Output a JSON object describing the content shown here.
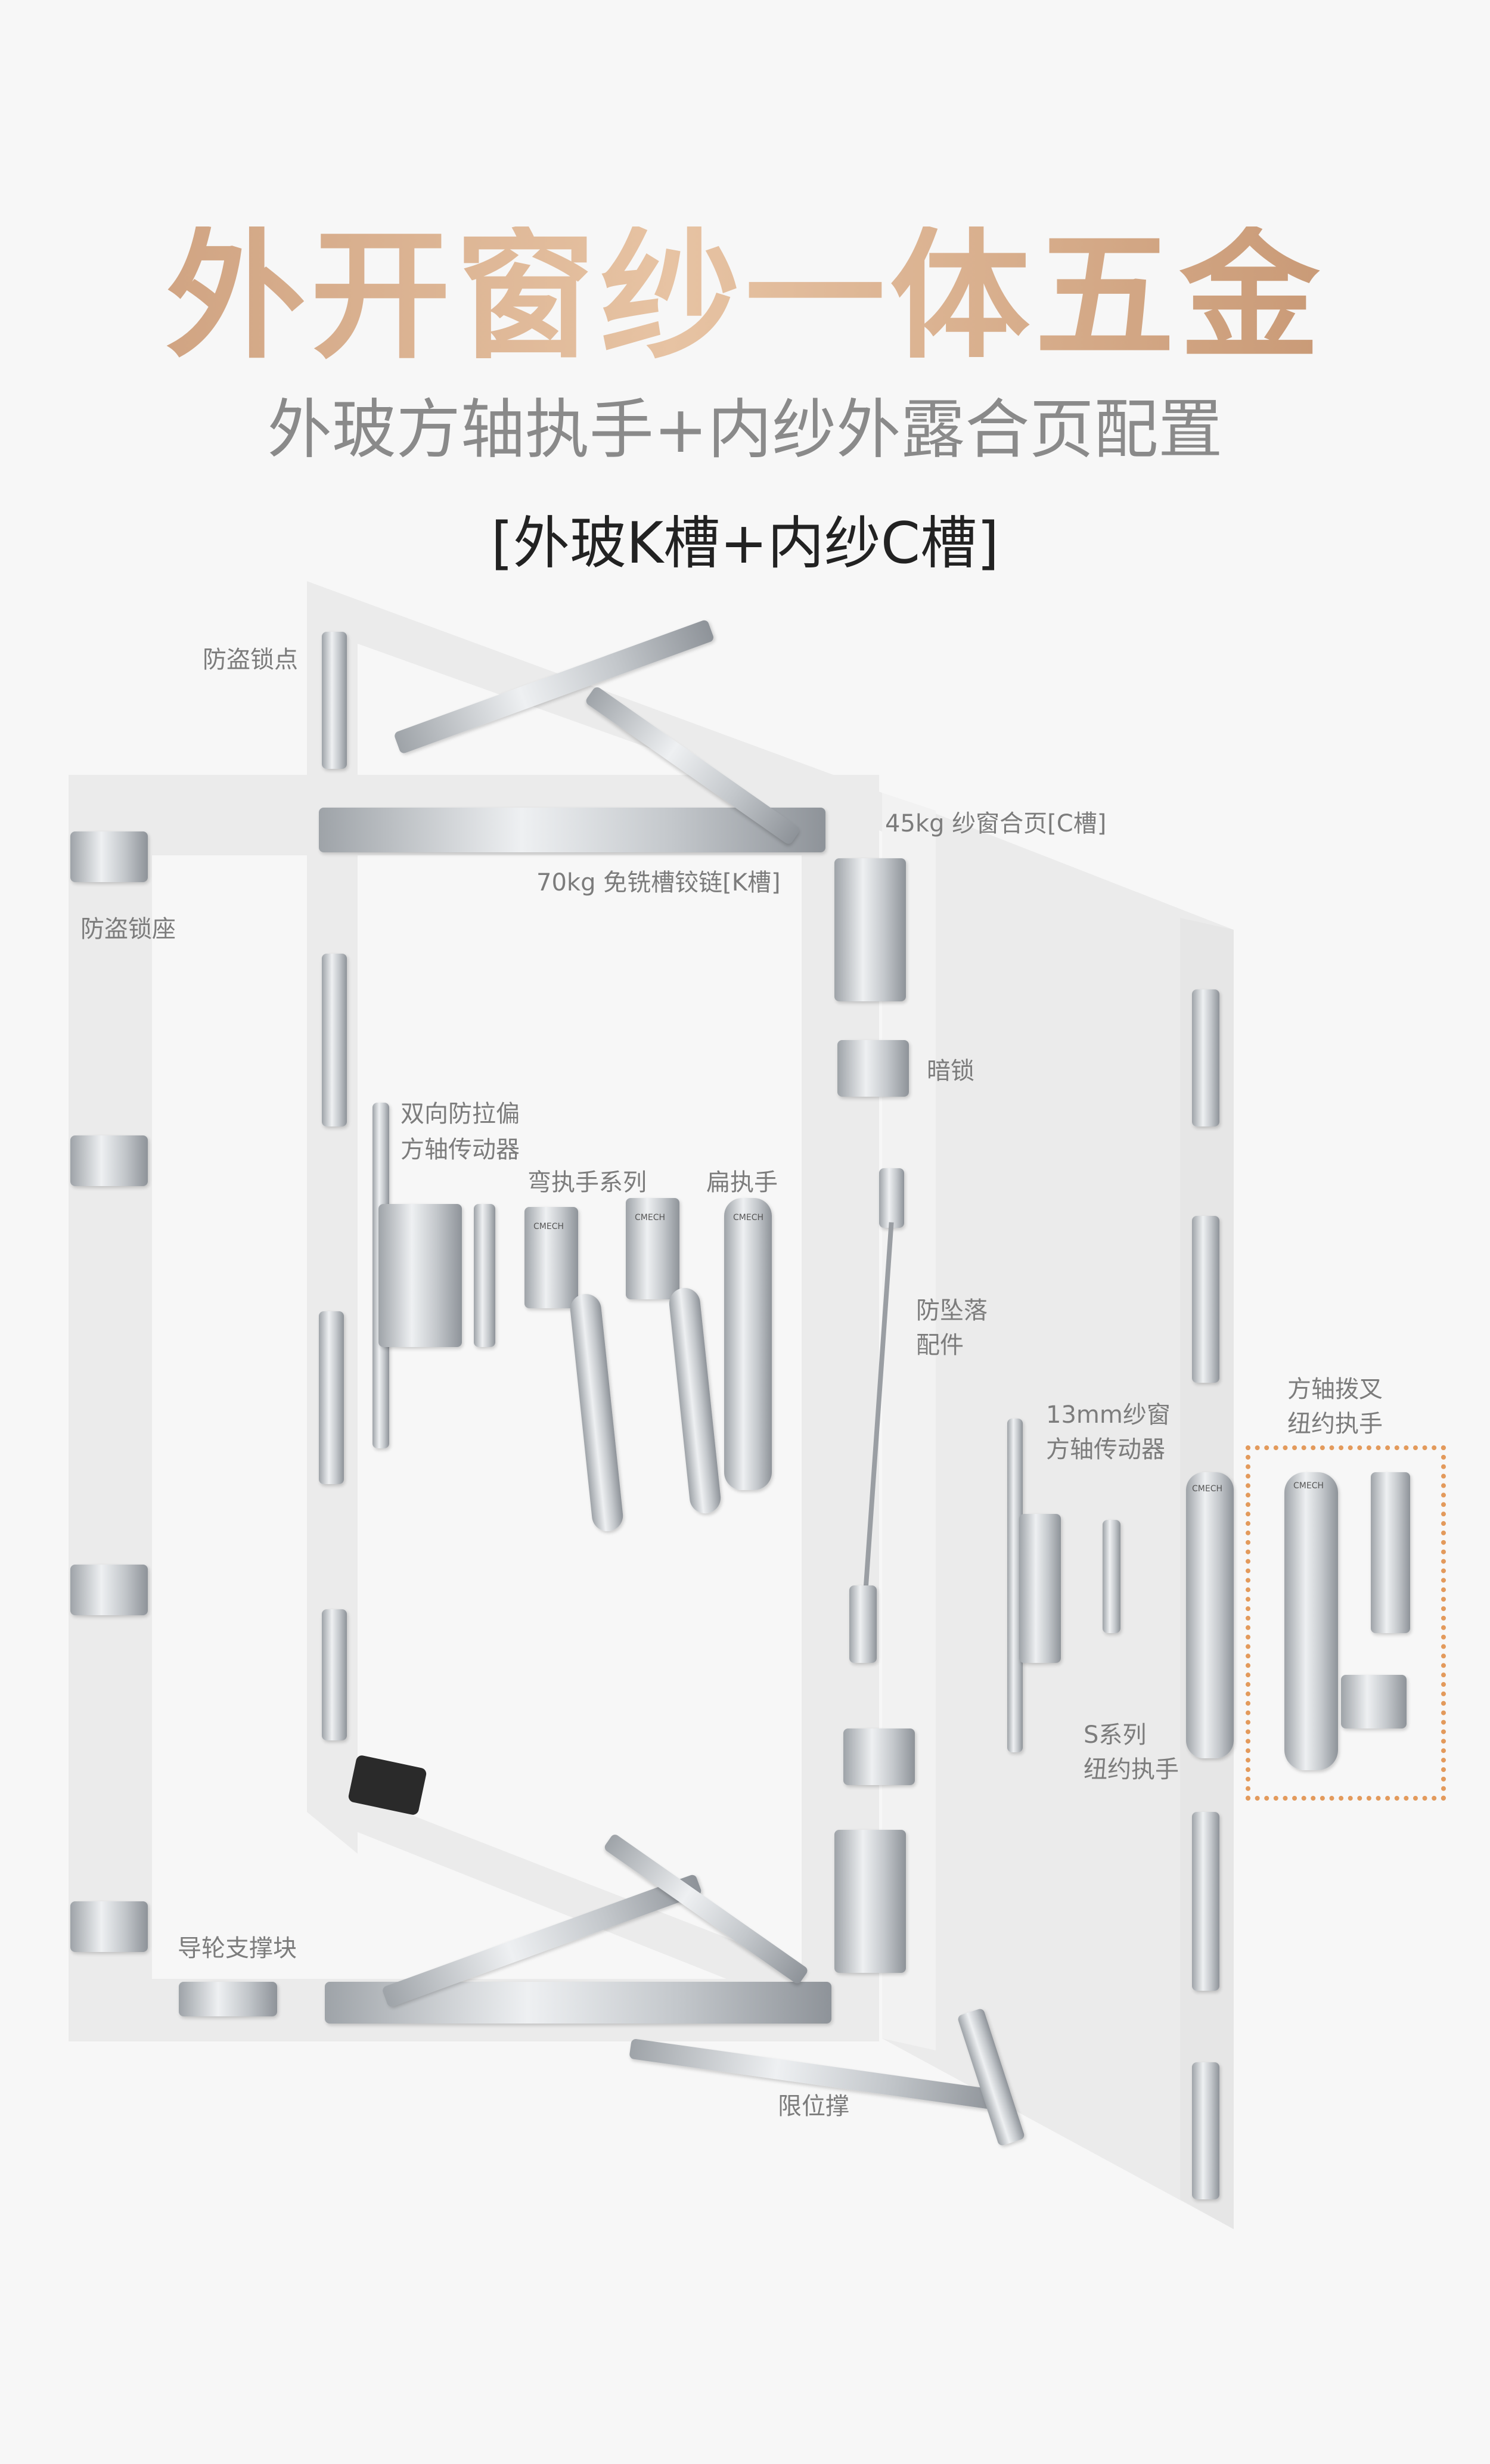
{
  "header": {
    "title": "外开窗纱一体五金",
    "subtitle": "外玻方轴执手+内纱外露合页配置",
    "spec": "[外玻K槽+内纱C槽]"
  },
  "labels": {
    "anti_theft_point": "防盗锁点",
    "anti_theft_seat": "防盗锁座",
    "hinge_70kg": "70kg 免铣槽铰链[K槽]",
    "screen_hinge_45kg": "45kg 纱窗合页[C槽]",
    "hidden_lock": "暗锁",
    "gear_line1": "双向防拉偏",
    "gear_line2": "方轴传动器",
    "curved_handle": "弯执手系列",
    "flat_handle": "扁执手",
    "anti_fall_line1": "防坠落",
    "anti_fall_line2": "配件",
    "screen_gear_line1": "13mm纱窗",
    "screen_gear_line2": "方轴传动器",
    "fork_line1": "方轴拨叉",
    "fork_line2": "纽约执手",
    "s_series_line1": "S系列",
    "s_series_line2": "纽约执手",
    "guide_block": "导轮支撑块",
    "limit_stay": "限位撑"
  },
  "brand_mark": "CMECH",
  "colors": {
    "title_gradient_start": "#c99a78",
    "title_gradient_end": "#c2906c",
    "subtitle": "#8a8a8a",
    "label": "#7c7c7c",
    "frame_band": "#ebebeb",
    "highlight_border": "#e39a5c"
  }
}
